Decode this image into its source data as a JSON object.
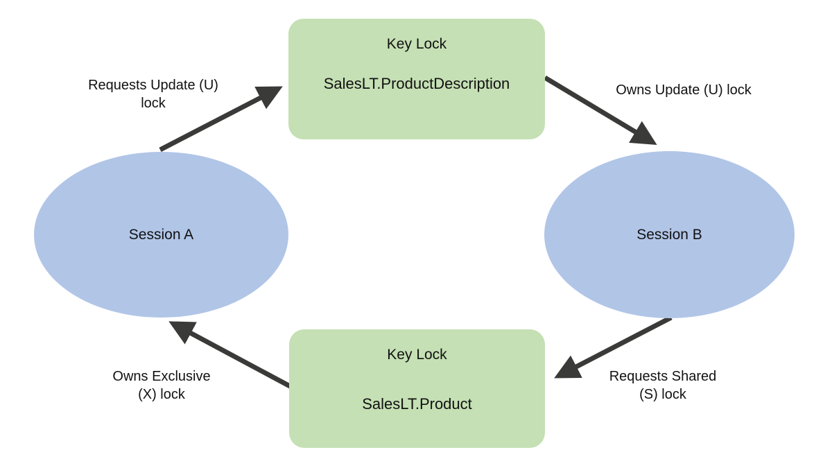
{
  "diagram": {
    "type": "deadlock-cycle-diagram",
    "background_color": "#ffffff",
    "palette": {
      "session_fill": "#b1c5e7",
      "lock_fill": "#c5e0b4",
      "arrow_color": "#3a3a38",
      "text_color": "#111111"
    },
    "nodes": [
      {
        "id": "session-a",
        "shape": "ellipse",
        "label": "Session A",
        "fill": "#b1c5e7"
      },
      {
        "id": "session-b",
        "shape": "ellipse",
        "label": "Session B",
        "fill": "#b1c5e7"
      },
      {
        "id": "keylock-top",
        "shape": "rounded-rectangle",
        "heading": "Key Lock",
        "subject": "SalesLT.ProductDescription",
        "fill": "#c5e0b4"
      },
      {
        "id": "keylock-bottom",
        "shape": "rounded-rectangle",
        "heading": "Key Lock",
        "subject": "SalesLT.Product",
        "fill": "#c5e0b4"
      }
    ],
    "edges": [
      {
        "id": "requests-update",
        "from": "session-a",
        "to": "keylock-top",
        "label": "Requests Update (U)\nlock"
      },
      {
        "id": "owns-update",
        "from": "keylock-top",
        "to": "session-b",
        "label": "Owns Update (U) lock"
      },
      {
        "id": "requests-shared",
        "from": "session-b",
        "to": "keylock-bottom",
        "label": "Requests Shared\n(S) lock"
      },
      {
        "id": "owns-exclusive",
        "from": "keylock-bottom",
        "to": "session-a",
        "label": "Owns Exclusive\n(X) lock"
      }
    ]
  }
}
